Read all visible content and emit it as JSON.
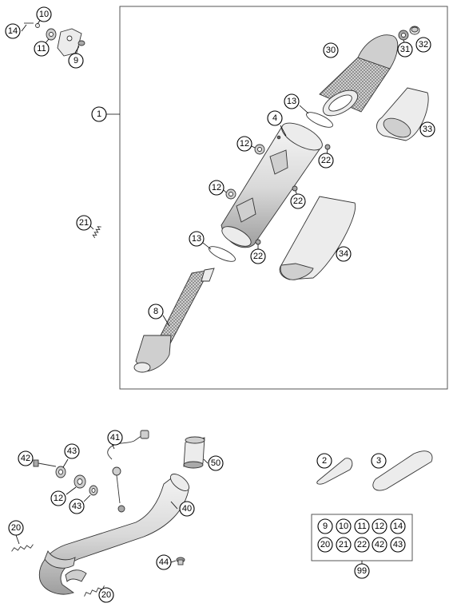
{
  "callouts": {
    "c1": "1",
    "c2": "2",
    "c3": "3",
    "c4": "4",
    "c8": "8",
    "c9": "9",
    "c10": "10",
    "c11": "11",
    "c12a": "12",
    "c12b": "12",
    "c12c": "12",
    "c13a": "13",
    "c13b": "13",
    "c14": "14",
    "c20a": "20",
    "c20b": "20",
    "c21": "21",
    "c22a": "22",
    "c22b": "22",
    "c22c": "22",
    "c30": "30",
    "c31": "31",
    "c32": "32",
    "c33": "33",
    "c34": "34",
    "c40": "40",
    "c41": "41",
    "c42": "42",
    "c43a": "43",
    "c43b": "43",
    "c44": "44",
    "c50": "50",
    "c99": "99"
  },
  "kit": {
    "items": [
      "9",
      "10",
      "11",
      "12",
      "14",
      "20",
      "21",
      "22",
      "42",
      "43"
    ]
  },
  "colors": {
    "line": "#000000",
    "part_fill": "#e8e8e8",
    "part_shade": "#a9a9a9"
  }
}
